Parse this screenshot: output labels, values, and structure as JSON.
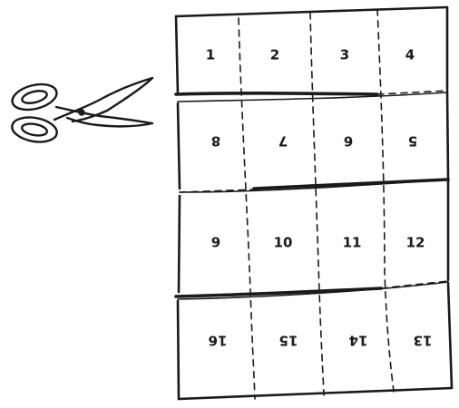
{
  "grid": {
    "rows": [
      [
        "1",
        "2",
        "3",
        "4"
      ],
      [
        "8",
        "7",
        "6",
        "5"
      ],
      [
        "9",
        "10",
        "11",
        "12"
      ],
      [
        "16",
        "15",
        "14",
        "13"
      ]
    ],
    "rotated_rows": [
      1,
      3
    ]
  },
  "icons": {
    "tool": "scissors-icon"
  }
}
